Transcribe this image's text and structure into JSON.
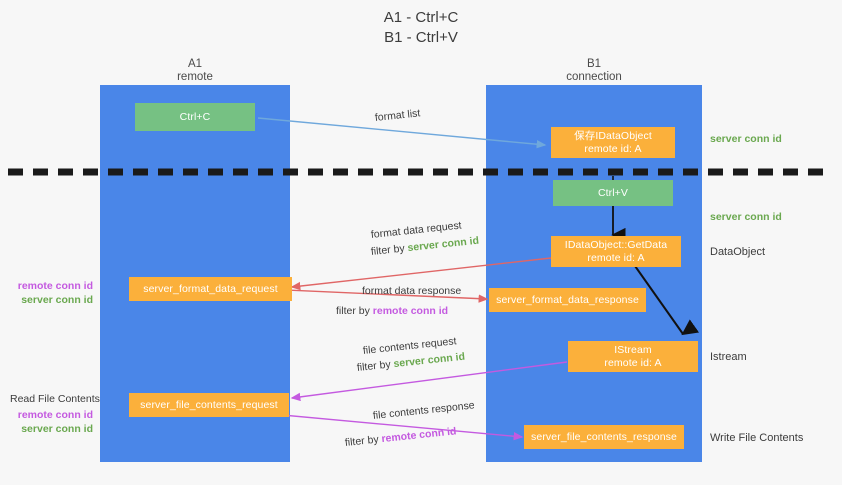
{
  "title": {
    "line1": "A1 - Ctrl+C",
    "line2": "B1 - Ctrl+V"
  },
  "lanes": [
    {
      "name": "A1",
      "sub": "remote"
    },
    {
      "name": "B1",
      "sub": "connection"
    }
  ],
  "boxes": {
    "ctrl_c": {
      "line1": "Ctrl+C"
    },
    "save_dataobject": {
      "line1": "保存IDataObject",
      "line2": "remote id: A"
    },
    "ctrl_v": {
      "line1": "Ctrl+V"
    },
    "getdata": {
      "line1": "IDataObject::GetData",
      "line2": "remote id: A"
    },
    "istream": {
      "line1": "IStream",
      "line2": "remote id: A"
    },
    "fmt_req": {
      "line1": "server_format_data_request"
    },
    "fmt_resp": {
      "line1": "server_format_data_response"
    },
    "file_req": {
      "line1": "server_file_contents_request"
    },
    "file_resp": {
      "line1": "server_file_contents_response"
    }
  },
  "flows": {
    "format_list": "format list",
    "fmt_data_request": "format data request",
    "fmt_data_request_filter_prefix": "filter by ",
    "fmt_data_request_filter_token": "server conn id",
    "fmt_data_response": "format data response",
    "fmt_data_response_filter_prefix": "filter by ",
    "fmt_data_response_filter_token": "remote conn id",
    "file_contents_request": "file contents request",
    "file_contents_request_filter_prefix": "filter by ",
    "file_contents_request_filter_token": "server conn id",
    "file_contents_response": "file contents response",
    "file_contents_response_filter_prefix": "filter by ",
    "file_contents_response_filter_token": "remote conn id"
  },
  "annotations": {
    "server_conn_id_1": "server conn id",
    "server_conn_id_2": "server conn id",
    "dataobject": "DataObject",
    "istream": "Istream",
    "write_file_contents": "Write File Contents",
    "read_file_contents": "Read File Contents",
    "left_ids_1": {
      "remote": "remote conn id",
      "server": "server conn id"
    },
    "left_ids_2": {
      "remote": "remote conn id",
      "server": "server conn id"
    }
  },
  "colors": {
    "lane": "#4a86e8",
    "green_box": "#76c183",
    "orange_box": "#fbb03b",
    "server_conn_id": "#6aa84f",
    "remote_conn_id": "#c45ae0",
    "format_list_arrow": "#6fa8dc",
    "format_data_arrow": "#e06666",
    "file_contents_arrow": "#c45ae0",
    "divider": "#1a1a1a",
    "background": "#f7f7f7"
  }
}
